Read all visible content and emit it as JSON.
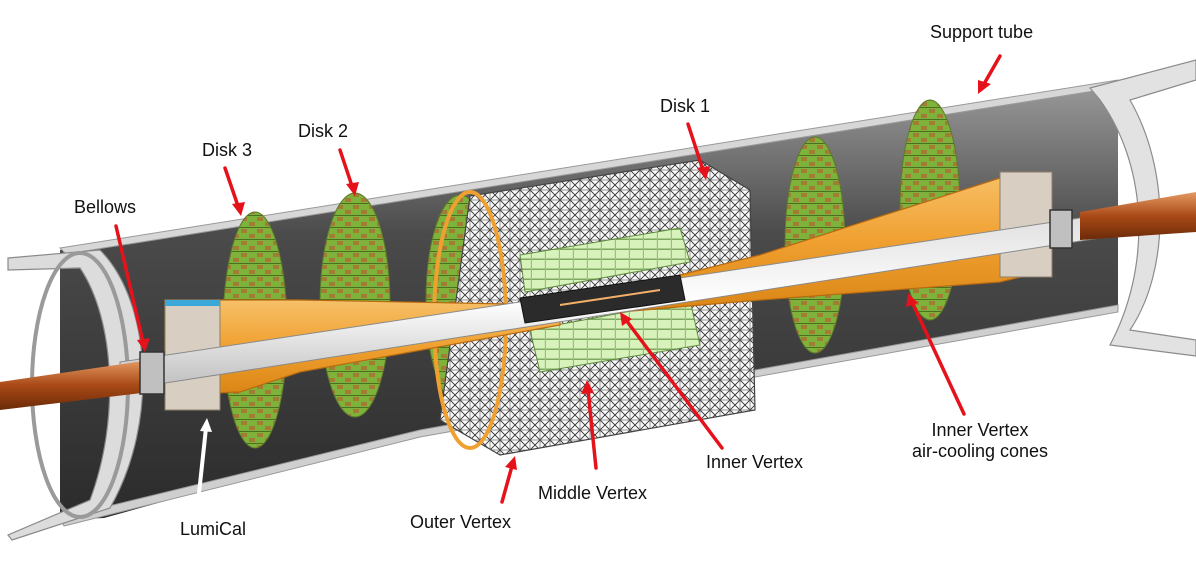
{
  "labels": {
    "support_tube": "Support tube",
    "disk1": "Disk 1",
    "disk2": "Disk 2",
    "disk3": "Disk 3",
    "bellows": "Bellows",
    "lumical": "LumiCal",
    "outer_vertex": "Outer Vertex",
    "middle_vertex": "Middle Vertex",
    "inner_vertex": "Inner Vertex",
    "cooling_cones_line1": "Inner Vertex",
    "cooling_cones_line2": "air-cooling cones"
  },
  "colors": {
    "arrow": "#e5121b",
    "white_arrow": "#ffffff",
    "tube_dark": "#3a3a3a",
    "tube_mid": "#6f6f6f",
    "flange": "#d9d9d9",
    "cone_orange": "#f2a33a",
    "beampipe_copper": "#b5561f",
    "sensor_green": "#8cc63f",
    "module_brown": "#9a7a3c",
    "ladder_green": "#c9eda5"
  }
}
